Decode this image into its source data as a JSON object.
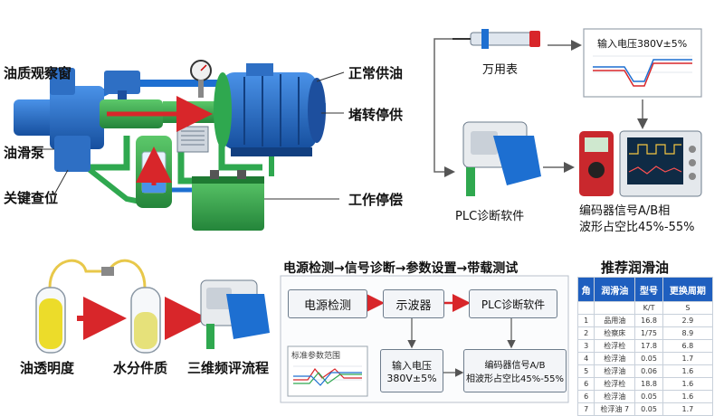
{
  "left_labels": {
    "oil_window": "油质观察窗",
    "oil_pump": "油滑泵",
    "key_check": "关键查位"
  },
  "right_labels": {
    "normal_supply": "正常供油",
    "blocked_stop": "堵转停供",
    "work_stop": "工作停偿"
  },
  "top_right": {
    "multimeter": "万用表",
    "voltage_chart": "输入电压380V±5%",
    "plc_software": "PLC诊断软件",
    "encoder_text_1": "编码器信号A/B相",
    "encoder_text_2": "波形占空比45%-55%"
  },
  "bottom_left": {
    "clarity": "油透明度",
    "moisture": "水分件质",
    "flow": "三维频评流程"
  },
  "flow": {
    "title": "电源检测→信号诊断→参数设置→带载测试",
    "power_box": "电源检测",
    "scope_box": "示波器",
    "plc_box": "PLC诊断软件",
    "param_range": "标准参数范围",
    "voltage_box_1": "输入电压",
    "voltage_box_2": "380V±5%",
    "encoder_box_1": "编码器信号A/B",
    "encoder_box_2": "相波形占空比45%-55%"
  },
  "table": {
    "title": "推荐润滑油",
    "headers": [
      "角",
      "润滑油",
      "型号",
      "更换周期"
    ],
    "sub_headers": [
      "",
      "",
      "K/T",
      "S"
    ],
    "rows": [
      [
        "1",
        "品用油",
        "16.8",
        "2.9"
      ],
      [
        "2",
        "检察床",
        "1/75",
        "8.9"
      ],
      [
        "3",
        "检浮检",
        "17.8",
        "6.8"
      ],
      [
        "4",
        "检浮油",
        "0.05",
        "1.7"
      ],
      [
        "5",
        "检浮油",
        "0.06",
        "1.6"
      ],
      [
        "6",
        "检浮检",
        "18.8",
        "1.6"
      ],
      [
        "6",
        "检浮油",
        "0.05",
        "1.6"
      ],
      [
        "7",
        "检浮油 7",
        "0.05",
        "1.7"
      ]
    ]
  },
  "colors": {
    "pipe_blue": "#1d6fd1",
    "pipe_green": "#2fa84f",
    "motor_blue": "#1f5fbf",
    "arrow_red": "#d8262a",
    "tank_green": "#3aa64c",
    "oil_yellow": "#ecdc2a"
  }
}
